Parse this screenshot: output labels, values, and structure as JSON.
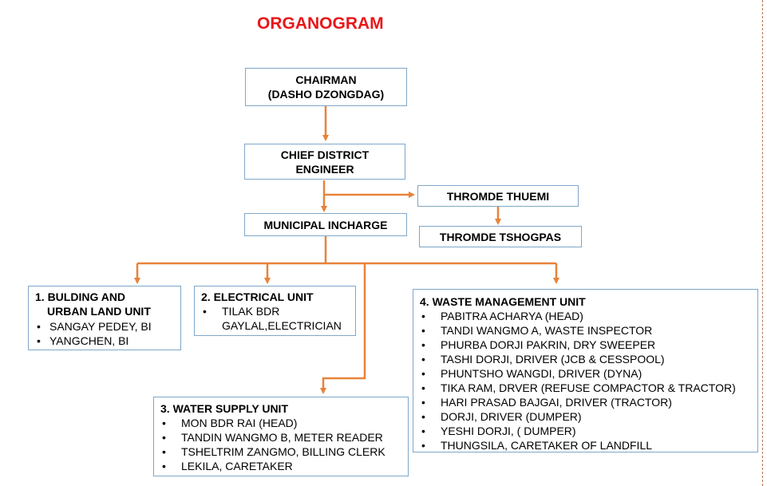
{
  "title": "ORGANOGRAM",
  "colors": {
    "title": "#e8171b",
    "connector": "#e8823a",
    "box_border": "#7fa7c9"
  },
  "chairman": {
    "line1": "CHAIRMAN",
    "line2": "(DASHO DZONGDAG)"
  },
  "cde": {
    "line1": "CHIEF DISTRICT",
    "line2": "ENGINEER"
  },
  "thromde_thuemi": "THROMDE THUEMI",
  "thromde_tshogpas": "THROMDE TSHOGPAS",
  "municipal": "MUNICIPAL INCHARGE",
  "units": {
    "building": {
      "title_line1": "1. BULDING AND",
      "title_line2": "URBAN LAND UNIT",
      "members": [
        "SANGAY PEDEY, BI",
        "YANGCHEN, BI"
      ]
    },
    "electrical": {
      "title": "2. ELECTRICAL UNIT",
      "members": [
        "TILAK BDR",
        "GAYLAL,ELECTRICIAN"
      ]
    },
    "water": {
      "title": "3. WATER SUPPLY UNIT",
      "members": [
        "MON BDR RAI (HEAD)",
        "TANDIN WANGMO B, METER READER",
        "TSHELTRIM ZANGMO, BILLING CLERK",
        "LEKILA, CARETAKER"
      ]
    },
    "waste": {
      "title": "4. WASTE MANAGEMENT UNIT",
      "members": [
        "PABITRA ACHARYA (HEAD)",
        "TANDI WANGMO A, WASTE INSPECTOR",
        "PHURBA DORJI PAKRIN, DRY SWEEPER",
        "TASHI DORJI, DRIVER (JCB & CESSPOOL)",
        "PHUNTSHO WANGDI, DRIVER (DYNA)",
        "TIKA RAM, DRVER (REFUSE COMPACTOR & TRACTOR)",
        "HARI PRASAD BAJGAI, DRIVER (TRACTOR)",
        "DORJI, DRIVER (DUMPER)",
        "YESHI DORJI, ( DUMPER)",
        "THUNGSILA, CARETAKER OF LANDFILL"
      ]
    }
  }
}
